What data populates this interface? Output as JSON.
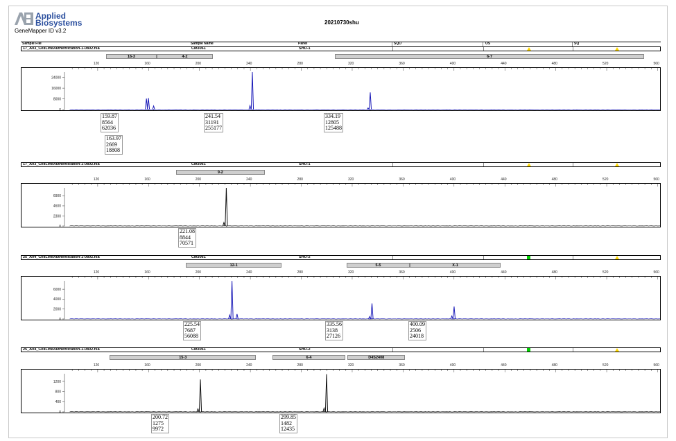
{
  "app": {
    "vendor_line1": "Applied",
    "vendor_line2": "Biosystems",
    "version": "GeneMapper ID v3.2",
    "report_title": "20210730shu"
  },
  "columns": {
    "sample_file": "Sample File",
    "sample_name": "Sample Name",
    "panel": "Panel",
    "sqo": "SQO",
    "os": "OS",
    "sq": "SQ"
  },
  "colors": {
    "blue_trace": "#1a1ab8",
    "black_trace": "#111111",
    "bin_fill": "#cfcfcf",
    "warn_yellow": "#ffd800",
    "ok_green": "#00d000"
  },
  "chart_data": [
    {
      "type": "line",
      "sample_file": "17_A03_CellLineAuthentication-1-0802.fsa",
      "sample_name": "CM3061",
      "panel": "SHU-1",
      "os_flag": "yellow-triangle",
      "sq_flag": "yellow-triangle",
      "color": "#1a1ab8",
      "xlim": [
        95,
        575
      ],
      "xticks": [
        120,
        160,
        200,
        240,
        280,
        320,
        360,
        400,
        440,
        480,
        520,
        560
      ],
      "ylim": [
        0,
        28000
      ],
      "yticks": [
        0,
        8000,
        16000,
        24000
      ],
      "bins": [
        {
          "label": "16-3",
          "start": 127,
          "end": 167
        },
        {
          "label": "4-2",
          "start": 167,
          "end": 211
        },
        {
          "label": "6-7",
          "start": 307,
          "end": 550
        }
      ],
      "peaks": [
        {
          "size": 158.3,
          "height": 8200
        },
        {
          "size": 159.87,
          "height": 8564
        },
        {
          "size": 163.97,
          "height": 2669
        },
        {
          "size": 239.7,
          "height": 3000
        },
        {
          "size": 241.54,
          "height": 31191
        },
        {
          "size": 332.5,
          "height": 1200
        },
        {
          "size": 334.19,
          "height": 12805
        }
      ],
      "labels": [
        {
          "size": "159.87",
          "height": "8564",
          "area": "62036"
        },
        {
          "size": "163.97",
          "height": "2669",
          "area": "18808"
        },
        {
          "size": "241.54",
          "height": "31191",
          "area": "255177"
        },
        {
          "size": "334.19",
          "height": "12805",
          "area": "125488"
        }
      ]
    },
    {
      "type": "line",
      "sample_file": "17_A03_CellLineAuthentication-1-0802.fsa",
      "sample_name": "CM3061",
      "panel": "SHU-1",
      "os_flag": "yellow-triangle",
      "sq_flag": "yellow-triangle",
      "color": "#111111",
      "xlim": [
        95,
        575
      ],
      "xticks": [
        120,
        160,
        200,
        240,
        280,
        320,
        360,
        400,
        440,
        480,
        520,
        560
      ],
      "ylim": [
        0,
        8700
      ],
      "yticks": [
        0,
        2300,
        4600,
        6900
      ],
      "bins": [
        {
          "label": "9-2",
          "start": 182,
          "end": 252
        }
      ],
      "peaks": [
        {
          "size": 219.2,
          "height": 800
        },
        {
          "size": 221.08,
          "height": 8844
        }
      ],
      "labels": [
        {
          "size": "221.08",
          "height": "8844",
          "area": "70571"
        }
      ]
    },
    {
      "type": "line",
      "sample_file": "25_A04_CellLineAuthentication-1-0802.fsa",
      "sample_name": "CM3061",
      "panel": "SHU-2",
      "os_flag": "green-square",
      "sq_flag": "yellow-triangle",
      "color": "#1a1ab8",
      "xlim": [
        95,
        575
      ],
      "xticks": [
        120,
        160,
        200,
        240,
        280,
        320,
        360,
        400,
        440,
        480,
        520,
        560
      ],
      "ylim": [
        0,
        7700
      ],
      "yticks": [
        0,
        2000,
        4000,
        6000
      ],
      "bins": [
        {
          "label": "12-1",
          "start": 190,
          "end": 265
        },
        {
          "label": "5-5",
          "start": 316,
          "end": 366
        },
        {
          "label": "X-1",
          "start": 366,
          "end": 437
        }
      ],
      "peaks": [
        {
          "size": 223.7,
          "height": 800
        },
        {
          "size": 225.54,
          "height": 7687
        },
        {
          "size": 229.5,
          "height": 1000
        },
        {
          "size": 333.7,
          "height": 500
        },
        {
          "size": 335.56,
          "height": 3138
        },
        {
          "size": 398.3,
          "height": 600
        },
        {
          "size": 400.09,
          "height": 2506
        }
      ],
      "labels": [
        {
          "size": "225.54",
          "height": "7687",
          "area": "56088"
        },
        {
          "size": "335.56",
          "height": "3138",
          "area": "27126"
        },
        {
          "size": "400.09",
          "height": "2506",
          "area": "24018"
        }
      ]
    },
    {
      "type": "line",
      "sample_file": "25_A04_CellLineAuthentication-1-0802.fsa",
      "sample_name": "CM3061",
      "panel": "SHU-2",
      "os_flag": "green-square",
      "sq_flag": "yellow-triangle",
      "color": "#111111",
      "xlim": [
        95,
        575
      ],
      "xticks": [
        120,
        160,
        200,
        240,
        280,
        320,
        360,
        400,
        440,
        480,
        520,
        560
      ],
      "ylim": [
        0,
        1500
      ],
      "yticks": [
        0,
        400,
        800,
        1200
      ],
      "bins": [
        {
          "label": "15-3",
          "start": 130,
          "end": 245
        },
        {
          "label": "6-4",
          "start": 258,
          "end": 315
        },
        {
          "label": "D4S2408",
          "start": 317,
          "end": 362
        }
      ],
      "peaks": [
        {
          "size": 198.8,
          "height": 120
        },
        {
          "size": 200.72,
          "height": 1275
        },
        {
          "size": 297.9,
          "height": 150
        },
        {
          "size": 299.85,
          "height": 1482
        }
      ],
      "labels": [
        {
          "size": "200.72",
          "height": "1275",
          "area": "9972"
        },
        {
          "size": "299.85",
          "height": "1482",
          "area": "12435"
        }
      ]
    }
  ]
}
